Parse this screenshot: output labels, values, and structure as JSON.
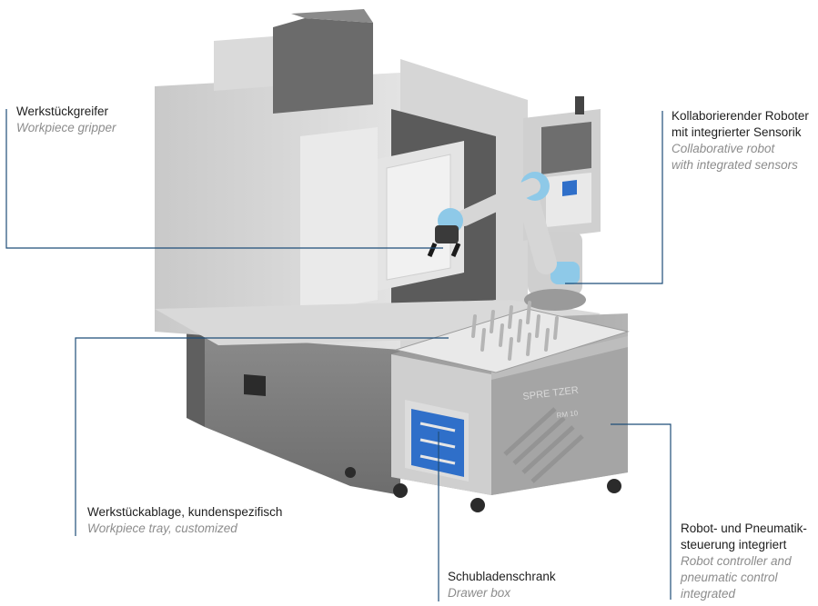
{
  "labels": {
    "workpiece_gripper": {
      "de": "Werkstückgreifer",
      "en": "Workpiece gripper"
    },
    "collaborative_robot": {
      "de": [
        "Kollaborierender Roboter",
        "mit integrierter Sensorik"
      ],
      "en": [
        "Collaborative robot",
        "with integrated sensors"
      ]
    },
    "workpiece_tray": {
      "de": "Werkstückablage, kundenspezifisch",
      "en": "Workpiece tray, customized"
    },
    "drawer_box": {
      "de": "Schubladenschrank",
      "en": "Drawer box"
    },
    "controller": {
      "de": [
        "Robot- und Pneumatik-",
        "steuerung integriert"
      ],
      "en": [
        "Robot controller and",
        "pneumatic control",
        "integrated"
      ]
    }
  },
  "cart_brand": "SPRE TZER",
  "cart_model": "RM 10",
  "colors": {
    "leader_line": "#1f4e79",
    "robot_accent": "#8ec9e8",
    "drawer_blue": "#2f6fc9"
  }
}
